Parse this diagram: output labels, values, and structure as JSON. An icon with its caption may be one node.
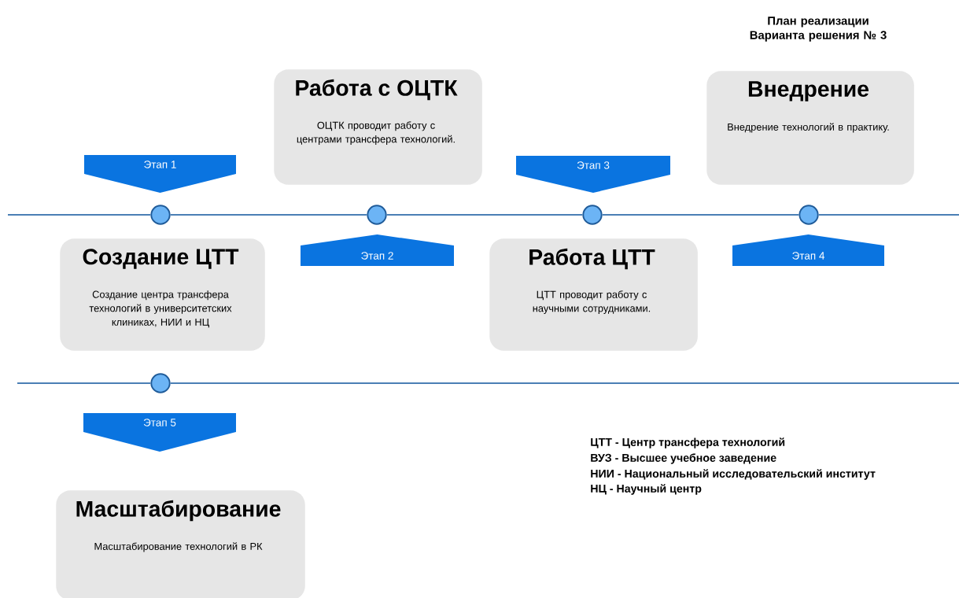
{
  "diagram": {
    "title": "План реализации Варианта решения № 3",
    "nodes": [
      {
        "text": [
          "Этап 1"
        ]
      },
      {
        "text": [],
        "shape": "circle"
      },
      {
        "text": [
          "Создание ЦТТ",
          "Создание центра трансфера технологий в университетских клиниках, НИИ и НЦ"
        ]
      },
      {
        "text": [
          "Этап 2"
        ]
      },
      {
        "text": [],
        "shape": "circle"
      },
      {
        "text": [
          "Работа с ОЦТК",
          "ОЦТК проводит работу с центрами трансфера технологий."
        ]
      },
      {
        "text": [
          "Этап 3"
        ]
      },
      {
        "text": [],
        "shape": "circle"
      },
      {
        "text": [
          "Работа ЦТТ",
          "ЦТТ проводит работу с научными сотрудниками."
        ]
      },
      {
        "text": [
          "Этап 4"
        ]
      },
      {
        "text": [],
        "shape": "circle"
      },
      {
        "text": [
          "Внедрение",
          "Внедрение технологий в практику."
        ]
      },
      {
        "text": [
          "Этап 5"
        ]
      },
      {
        "text": [],
        "shape": "circle"
      },
      {
        "text": [
          "Масштабирование",
          "Масштабирование технологий в РК"
        ]
      }
    ],
    "edges": [
      {
        "from": null,
        "to": 1,
        "arrow": "none"
      },
      {
        "from": 1,
        "to": 4,
        "arrow": "none"
      },
      {
        "from": 4,
        "to": 7,
        "arrow": "none"
      },
      {
        "from": 7,
        "to": 10,
        "arrow": "none"
      },
      {
        "from": 10,
        "to": null,
        "arrow": "none"
      },
      {
        "from": null,
        "to": 13,
        "arrow": "none"
      },
      {
        "from": 13,
        "to": null,
        "arrow": "none"
      }
    ],
    "labels": [
      "ЦТТ - Центр трансфера технологий",
      "ВУЗ - Высшее учебное заведение",
      "НИИ - Национальный исследовательский институт",
      "НЦ - Научный центр"
    ]
  }
}
